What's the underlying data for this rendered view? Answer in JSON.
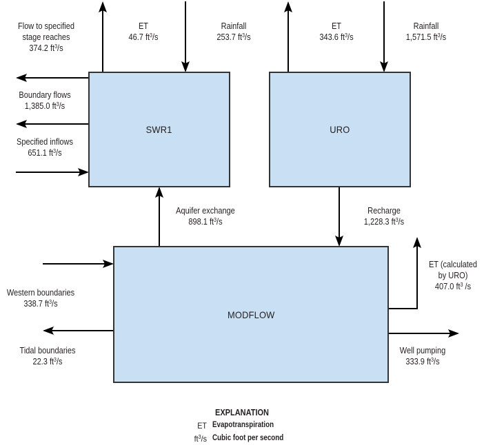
{
  "diagram": {
    "colors": {
      "box_fill": "#c8dff4",
      "line": "#000000",
      "border": "#333333"
    },
    "boxes": {
      "swr1": "SWR1",
      "uro": "URO",
      "modflow": "MODFLOW"
    },
    "flows": {
      "flow_to_stage": {
        "lines": [
          "Flow to specified",
          "stage reaches"
        ],
        "value": "374.2",
        "unit_pre": "ft",
        "unit_sup": "3",
        "unit_post": "/s"
      },
      "swr_et": {
        "lines": [
          "ET"
        ],
        "value": "46.7",
        "unit_pre": "ft",
        "unit_sup": "3",
        "unit_post": "/s"
      },
      "swr_rainfall": {
        "lines": [
          "Rainfall"
        ],
        "value": "253.7",
        "unit_pre": "ft",
        "unit_sup": "3",
        "unit_post": "/s"
      },
      "uro_et": {
        "lines": [
          "ET"
        ],
        "value": "343.6",
        "unit_pre": "ft",
        "unit_sup": "3",
        "unit_post": "/s"
      },
      "uro_rainfall": {
        "lines": [
          "Rainfall"
        ],
        "value": "1,571.5",
        "unit_pre": "ft",
        "unit_sup": "3",
        "unit_post": "/s"
      },
      "boundary_flows": {
        "lines": [
          "Boundary flows"
        ],
        "value": "1,385.0",
        "unit_pre": "ft",
        "unit_sup": "3",
        "unit_post": "/s"
      },
      "specified_inflows": {
        "lines": [
          "Specified inflows"
        ],
        "value": "651.1",
        "unit_pre": "ft",
        "unit_sup": "3",
        "unit_post": "/s"
      },
      "aquifer_exchange": {
        "lines": [
          "Aquifer exchange"
        ],
        "value": "898.1",
        "unit_pre": "ft",
        "unit_sup": "3",
        "unit_post": "/s"
      },
      "recharge": {
        "lines": [
          "Recharge"
        ],
        "value": "1,228.3",
        "unit_pre": "ft",
        "unit_sup": "3",
        "unit_post": "/s"
      },
      "et_calculated": {
        "lines": [
          "ET (calculated",
          "by URO)"
        ],
        "value": "407.0",
        "unit_pre": "ft",
        "unit_sup": "3",
        "unit_post": " /s"
      },
      "western_boundaries": {
        "lines": [
          "Western boundaries"
        ],
        "value": "338.7",
        "unit_pre": "ft",
        "unit_sup": "3",
        "unit_post": "/s"
      },
      "tidal_boundaries": {
        "lines": [
          "Tidal boundaries"
        ],
        "value": "22.3",
        "unit_pre": "ft",
        "unit_sup": "3",
        "unit_post": "/s"
      },
      "well_pumping": {
        "lines": [
          "Well pumping"
        ],
        "value": "333.9",
        "unit_pre": "ft",
        "unit_sup": "3",
        "unit_post": "/s"
      }
    },
    "explanation": {
      "title": "EXPLANATION",
      "items": [
        {
          "abbr_pre": "ET",
          "abbr_sup": "",
          "abbr_post": "",
          "definition": "Evapotranspiration"
        },
        {
          "abbr_pre": "ft",
          "abbr_sup": "3",
          "abbr_post": "/s",
          "definition": "Cubic foot per second"
        }
      ]
    }
  }
}
